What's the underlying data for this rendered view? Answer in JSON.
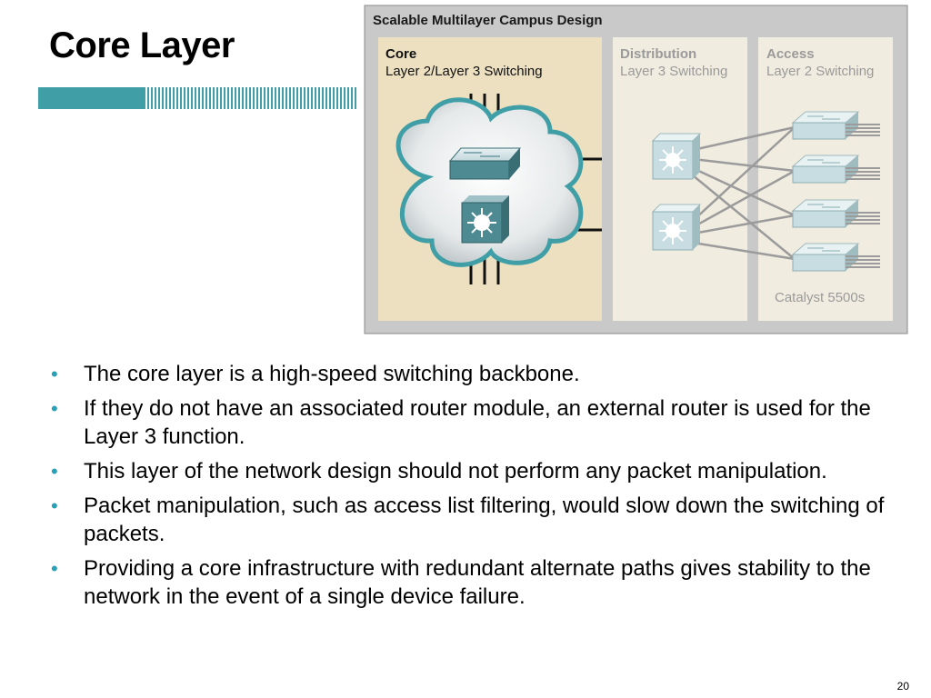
{
  "slide": {
    "title": "Core Layer",
    "page_number": "20"
  },
  "colors": {
    "accent_teal": "#3f9ea6",
    "bullet": "#2aa0b8",
    "core_panel": "#ece0c0",
    "distribution_panel": "#f1ece0",
    "access_panel": "#f1ece0",
    "figure_frame": "#c9c9c9"
  },
  "figure": {
    "title": "Scalable Multilayer Campus Design",
    "core": {
      "heading": "Core",
      "subheading": "Layer 2/Layer 3 Switching"
    },
    "distribution": {
      "heading": "Distribution",
      "subheading": "Layer 3 Switching"
    },
    "access": {
      "heading": "Access",
      "subheading": "Layer 2 Switching",
      "device_label": "Catalyst 5500s"
    },
    "icons": {
      "core_switch": "layer2-switch-icon",
      "core_router": "multilayer-switch-icon",
      "distribution": "multilayer-switch-icon",
      "access": "layer2-switch-icon",
      "cloud": "cloud-icon"
    }
  },
  "bullets": [
    {
      "text": "The core layer is a high-speed switching backbone."
    },
    {
      "text": "If they do not have an associated router module, an external router is used for the Layer 3 function."
    },
    {
      "text": "This layer of the network design should not perform any packet manipulation."
    },
    {
      "text": "Packet manipulation, such as access list filtering, would slow down the switching of packets."
    },
    {
      "text": "Providing a core infrastructure with redundant alternate paths gives stability to the network in the event of a single device failure."
    }
  ]
}
